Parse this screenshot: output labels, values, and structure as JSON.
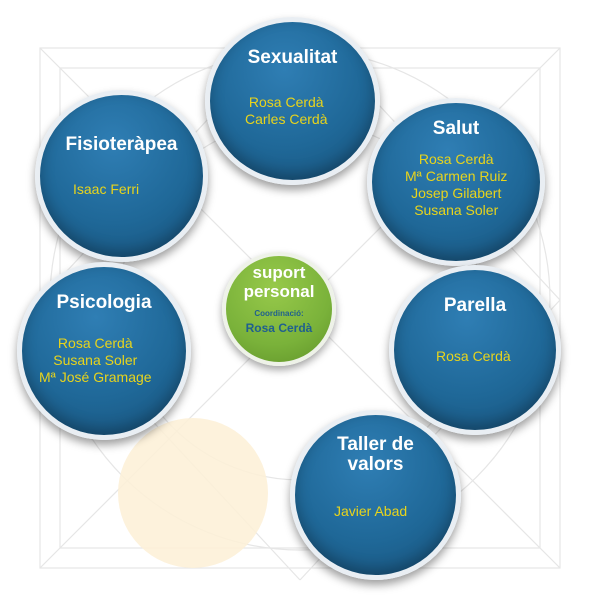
{
  "center": {
    "title_line1": "suport",
    "title_line2": "personal",
    "coordination_label": "Coordinació:",
    "coordinator": "Rosa Cerdà"
  },
  "nodes": {
    "sexualitat": {
      "title": "Sexualitat",
      "people": [
        "Rosa Cerdà",
        "Carles Cerdà"
      ]
    },
    "salut": {
      "title": "Salut",
      "people": [
        "Rosa Cerdà",
        "Mª Carmen Ruiz",
        "Josep Gilabert",
        "Susana Soler"
      ]
    },
    "parella": {
      "title": "Parella",
      "people": [
        "Rosa Cerdà"
      ]
    },
    "taller": {
      "title_line1": "Taller de",
      "title_line2": "valors",
      "people": [
        "Javier Abad"
      ]
    },
    "psicologia": {
      "title": "Psicologia",
      "people": [
        "Rosa Cerdà",
        "Susana Soler",
        "Mª José Gramage"
      ]
    },
    "fisioterapea": {
      "title": "Fisioteràpea",
      "people": [
        "Isaac Ferri"
      ]
    }
  },
  "colors": {
    "node_blue": "#1f6898",
    "center_green": "#7ab23a",
    "names_yellow": "#e8d41c",
    "coordinator_blue": "#1f5f8f"
  }
}
